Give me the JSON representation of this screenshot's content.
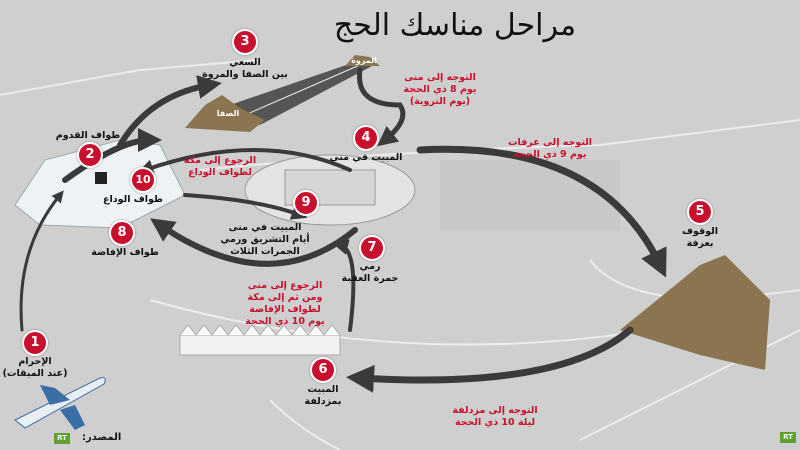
{
  "title": "مراحل مناسك الحج",
  "stages": [
    {
      "number": "1",
      "lines": [
        "الإحرام",
        "(عند الميقات)"
      ]
    },
    {
      "number": "2",
      "lines": [
        "طواف القدوم"
      ]
    },
    {
      "number": "3",
      "lines": [
        "السعي",
        "بين الصفا والمروة"
      ]
    },
    {
      "number": "4",
      "lines": [
        "المبيت في منى"
      ]
    },
    {
      "number": "5",
      "lines": [
        "الوقوف",
        "بعرفة"
      ]
    },
    {
      "number": "6",
      "lines": [
        "المبيت",
        "بمزدلفة"
      ]
    },
    {
      "number": "7",
      "lines": [
        "رمي",
        "جمرة العقبة"
      ]
    },
    {
      "number": "8",
      "lines": [
        "طواف الإفاضة"
      ]
    },
    {
      "number": "9",
      "lines": [
        "المبيت في منى",
        "أيام التشريق ورمي",
        "الجمرات الثلاث"
      ]
    },
    {
      "number": "10",
      "lines": [
        "طواف الوداع"
      ]
    }
  ],
  "transitions": {
    "to_mina": [
      "التوجه إلى منى",
      "يوم 8 ذي الحجة",
      "(يوم التروية)"
    ],
    "to_arafat": [
      "التوجه إلى عرفات",
      "يوم 9 ذي الحجة"
    ],
    "to_muzdalifah": [
      "التوجه إلى مزدلفة",
      "ليلة 10 ذي الحجة"
    ],
    "back_to_mina": [
      "الرجوع إلى منى",
      "ومن ثم إلى مكة",
      "لطواف الإفاضة",
      "يوم 10 ذي الحجة"
    ],
    "back_to_mecca": [
      "الرجوع إلى مكة",
      "لطواف الوداع"
    ]
  },
  "places": {
    "safa": "الصفا",
    "marwa": "المروة"
  },
  "source_label": "المصدر:",
  "logo_text": "RT",
  "colors": {
    "accent": "#c8102e",
    "arrow": "#3a3a3a",
    "background": "#cfcfcf",
    "mountain": "#8a7550",
    "logo": "#5fa12e"
  }
}
